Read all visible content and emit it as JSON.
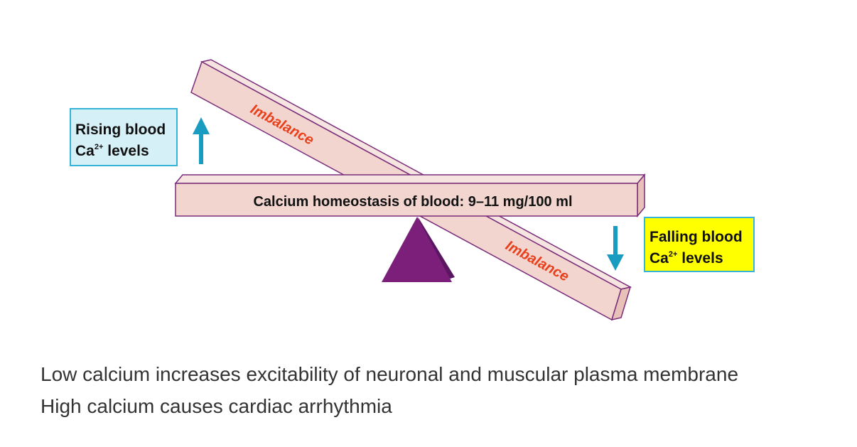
{
  "diagram": {
    "beam_label": "Calcium homeostasis of blood: 9–11 mg/100 ml",
    "imbalance_upper": "Imbalance",
    "imbalance_lower": "Imbalance",
    "rising": {
      "line1": "Rising blood",
      "line2_prefix": "Ca",
      "line2_sup": "2+",
      "line2_suffix": " levels",
      "fill": "#d6f0f8",
      "arrow": "up-arrow-icon"
    },
    "falling": {
      "line1": "Falling blood",
      "line2_prefix": "Ca",
      "line2_sup": "2+",
      "line2_suffix": " levels",
      "fill": "#ffff00",
      "arrow": "down-arrow-icon"
    },
    "colors": {
      "beam": "#f2d5cf",
      "beam_edge": "#7a2c7a",
      "fulcrum": "#7b1f7b",
      "arrow": "#1a9bc2",
      "box_border": "#36b3d7"
    }
  },
  "captions": [
    "Low calcium increases excitability of neuronal and muscular plasma membrane",
    "High calcium causes cardiac arrhythmia"
  ]
}
